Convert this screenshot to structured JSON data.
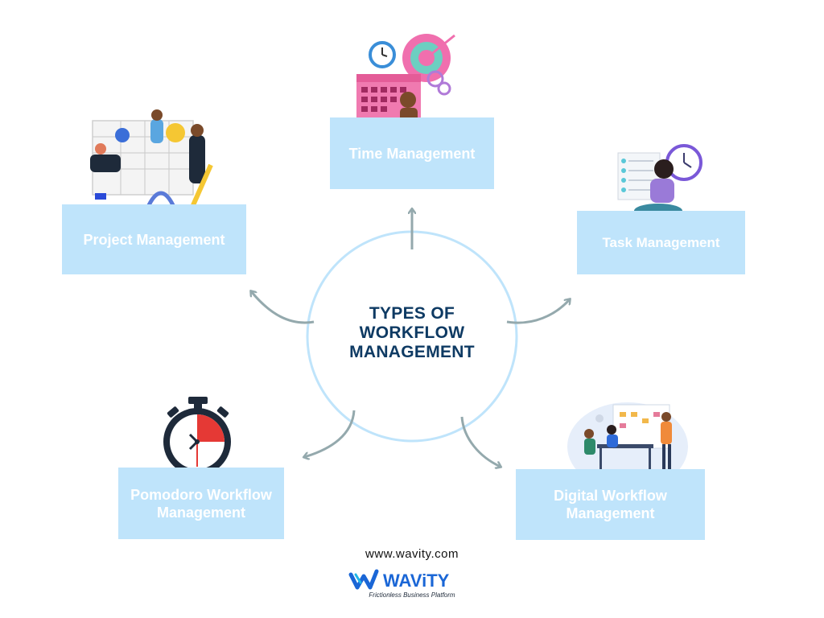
{
  "center": {
    "title_lines": [
      "TYPES OF",
      "WORKFLOW",
      "MANAGEMENT"
    ]
  },
  "nodes": {
    "time": "Time Management",
    "project": "Project Management",
    "task": "Task Management",
    "pomodoro_lines": [
      "Pomodoro Workflow",
      "Management"
    ],
    "digital_lines": [
      "Digital Workflow",
      "Management"
    ]
  },
  "footer": {
    "url": "www.wavity.com",
    "brand": "WAViTY",
    "tagline": "Frictionless Business Platform"
  },
  "colors": {
    "box_fill": "#bfe4fb",
    "box_text": "#ffffff",
    "circle_stroke": "#bfe4fb",
    "arrow": "#94a9ad",
    "title": "#0e3a63",
    "brand_blue": "#1a66d6"
  }
}
